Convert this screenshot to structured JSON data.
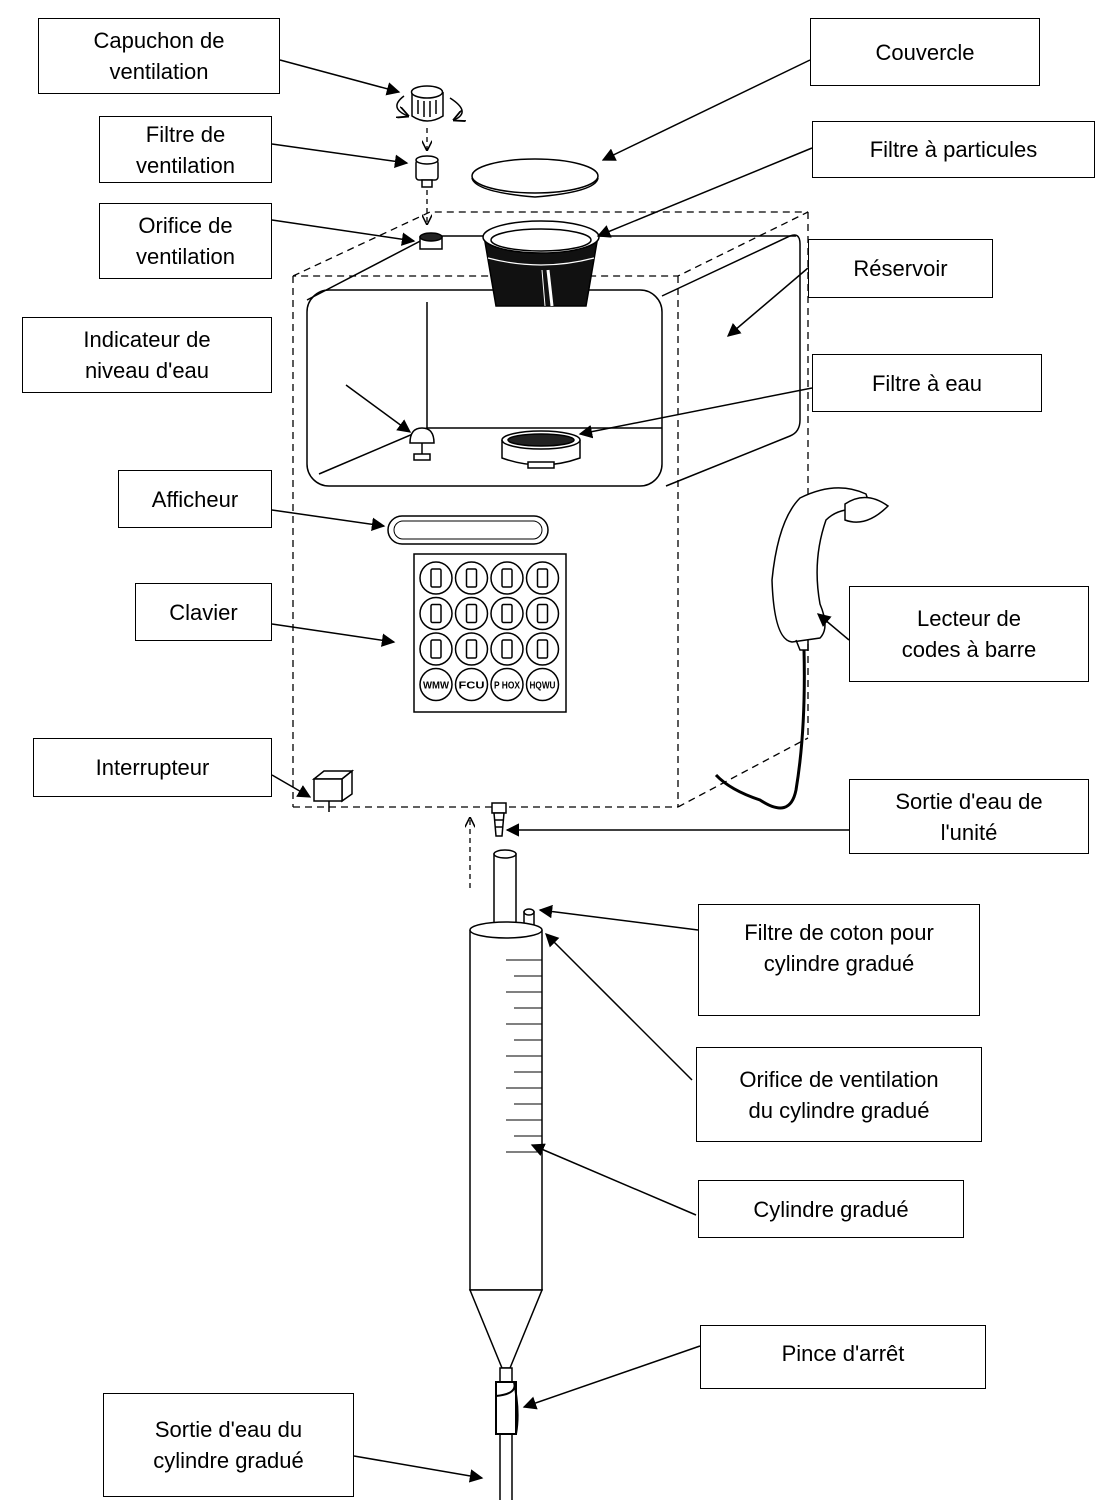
{
  "labels": {
    "capuchon": "Capuchon de\nventilation",
    "couvercle": "Couvercle",
    "filtre_ventilation": "Filtre de\nventilation",
    "filtre_particules": "Filtre à particules",
    "orifice_ventilation": "Orifice de\nventilation",
    "reservoir": "Réservoir",
    "indicateur_niveau": "Indicateur de\nniveau d'eau",
    "filtre_eau": "Filtre à eau",
    "afficheur": "Afficheur",
    "clavier": "Clavier",
    "lecteur": "Lecteur de\ncodes à barre",
    "interrupteur": "Interrupteur",
    "sortie_unite": "Sortie d'eau de\nl'unité",
    "filtre_coton": "Filtre de coton pour\ncylindre gradué",
    "orifice_cylindre": "Orifice de ventilation\ndu cylindre gradué",
    "cylindre": "Cylindre gradué",
    "pince": "Pince d'arrêt",
    "sortie_cylindre": "Sortie d'eau  du\ncylindre gradué"
  },
  "keypad": {
    "bottom_keys": [
      "WMW",
      "FCU",
      "P HOX",
      "HQWU"
    ]
  },
  "colors": {
    "line": "#000000",
    "fill": "#ffffff",
    "filter_dark": "#111111"
  }
}
